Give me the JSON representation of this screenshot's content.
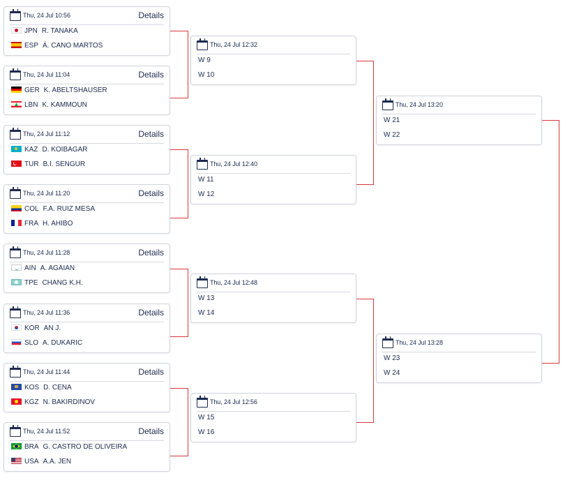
{
  "round1": [
    {
      "datetime": "Thu, 24 Jul  10:56",
      "details": "Details",
      "a": {
        "code": "JPN",
        "name": "R. TANAKA"
      },
      "b": {
        "code": "ESP",
        "name": "Á. CANO MARTOS"
      }
    },
    {
      "datetime": "Thu, 24 Jul  11:04",
      "details": "Details",
      "a": {
        "code": "GER",
        "name": "K. ABELTSHAUSER"
      },
      "b": {
        "code": "LBN",
        "name": "K. KAMMOUN"
      }
    },
    {
      "datetime": "Thu, 24 Jul  11:12",
      "details": "Details",
      "a": {
        "code": "KAZ",
        "name": "D. KOIBAGAR"
      },
      "b": {
        "code": "TUR",
        "name": "B.I. SENGUR"
      }
    },
    {
      "datetime": "Thu, 24 Jul  11:20",
      "details": "Details",
      "a": {
        "code": "COL",
        "name": "F.A. RUIZ MESA"
      },
      "b": {
        "code": "FRA",
        "name": "H. AHIBO"
      }
    },
    {
      "datetime": "Thu, 24 Jul  11:28",
      "details": "Details",
      "a": {
        "code": "AIN",
        "name": "A. AGAIAN"
      },
      "b": {
        "code": "TPE",
        "name": "CHANG K.H."
      }
    },
    {
      "datetime": "Thu, 24 Jul  11:36",
      "details": "Details",
      "a": {
        "code": "KOR",
        "name": "AN J."
      },
      "b": {
        "code": "SLO",
        "name": "A. DUKARIC"
      }
    },
    {
      "datetime": "Thu, 24 Jul  11:44",
      "details": "Details",
      "a": {
        "code": "KOS",
        "name": "D. CENA"
      },
      "b": {
        "code": "KGZ",
        "name": "N. BAKIRDINOV"
      }
    },
    {
      "datetime": "Thu, 24 Jul  11:52",
      "details": "Details",
      "a": {
        "code": "BRA",
        "name": "G. CASTRO DE OLIVEIRA"
      },
      "b": {
        "code": "USA",
        "name": "A.A. JEN"
      }
    }
  ],
  "round2": [
    {
      "datetime": "Thu, 24 Jul  12:32",
      "a": "W 9",
      "b": "W 10"
    },
    {
      "datetime": "Thu, 24 Jul  12:40",
      "a": "W 11",
      "b": "W 12"
    },
    {
      "datetime": "Thu, 24 Jul  12:48",
      "a": "W 13",
      "b": "W 14"
    },
    {
      "datetime": "Thu, 24 Jul  12:56",
      "a": "W 15",
      "b": "W 16"
    }
  ],
  "round3": [
    {
      "datetime": "Thu, 24 Jul  13:20",
      "a": "W 21",
      "b": "W 22"
    },
    {
      "datetime": "Thu, 24 Jul  13:28",
      "a": "W 23",
      "b": "W 24"
    }
  ],
  "icons": {
    "calendar": "calendar-icon"
  },
  "colors": {
    "connector": "#d9383a",
    "text": "#1b2a4e",
    "border": "#cfd3dc"
  }
}
